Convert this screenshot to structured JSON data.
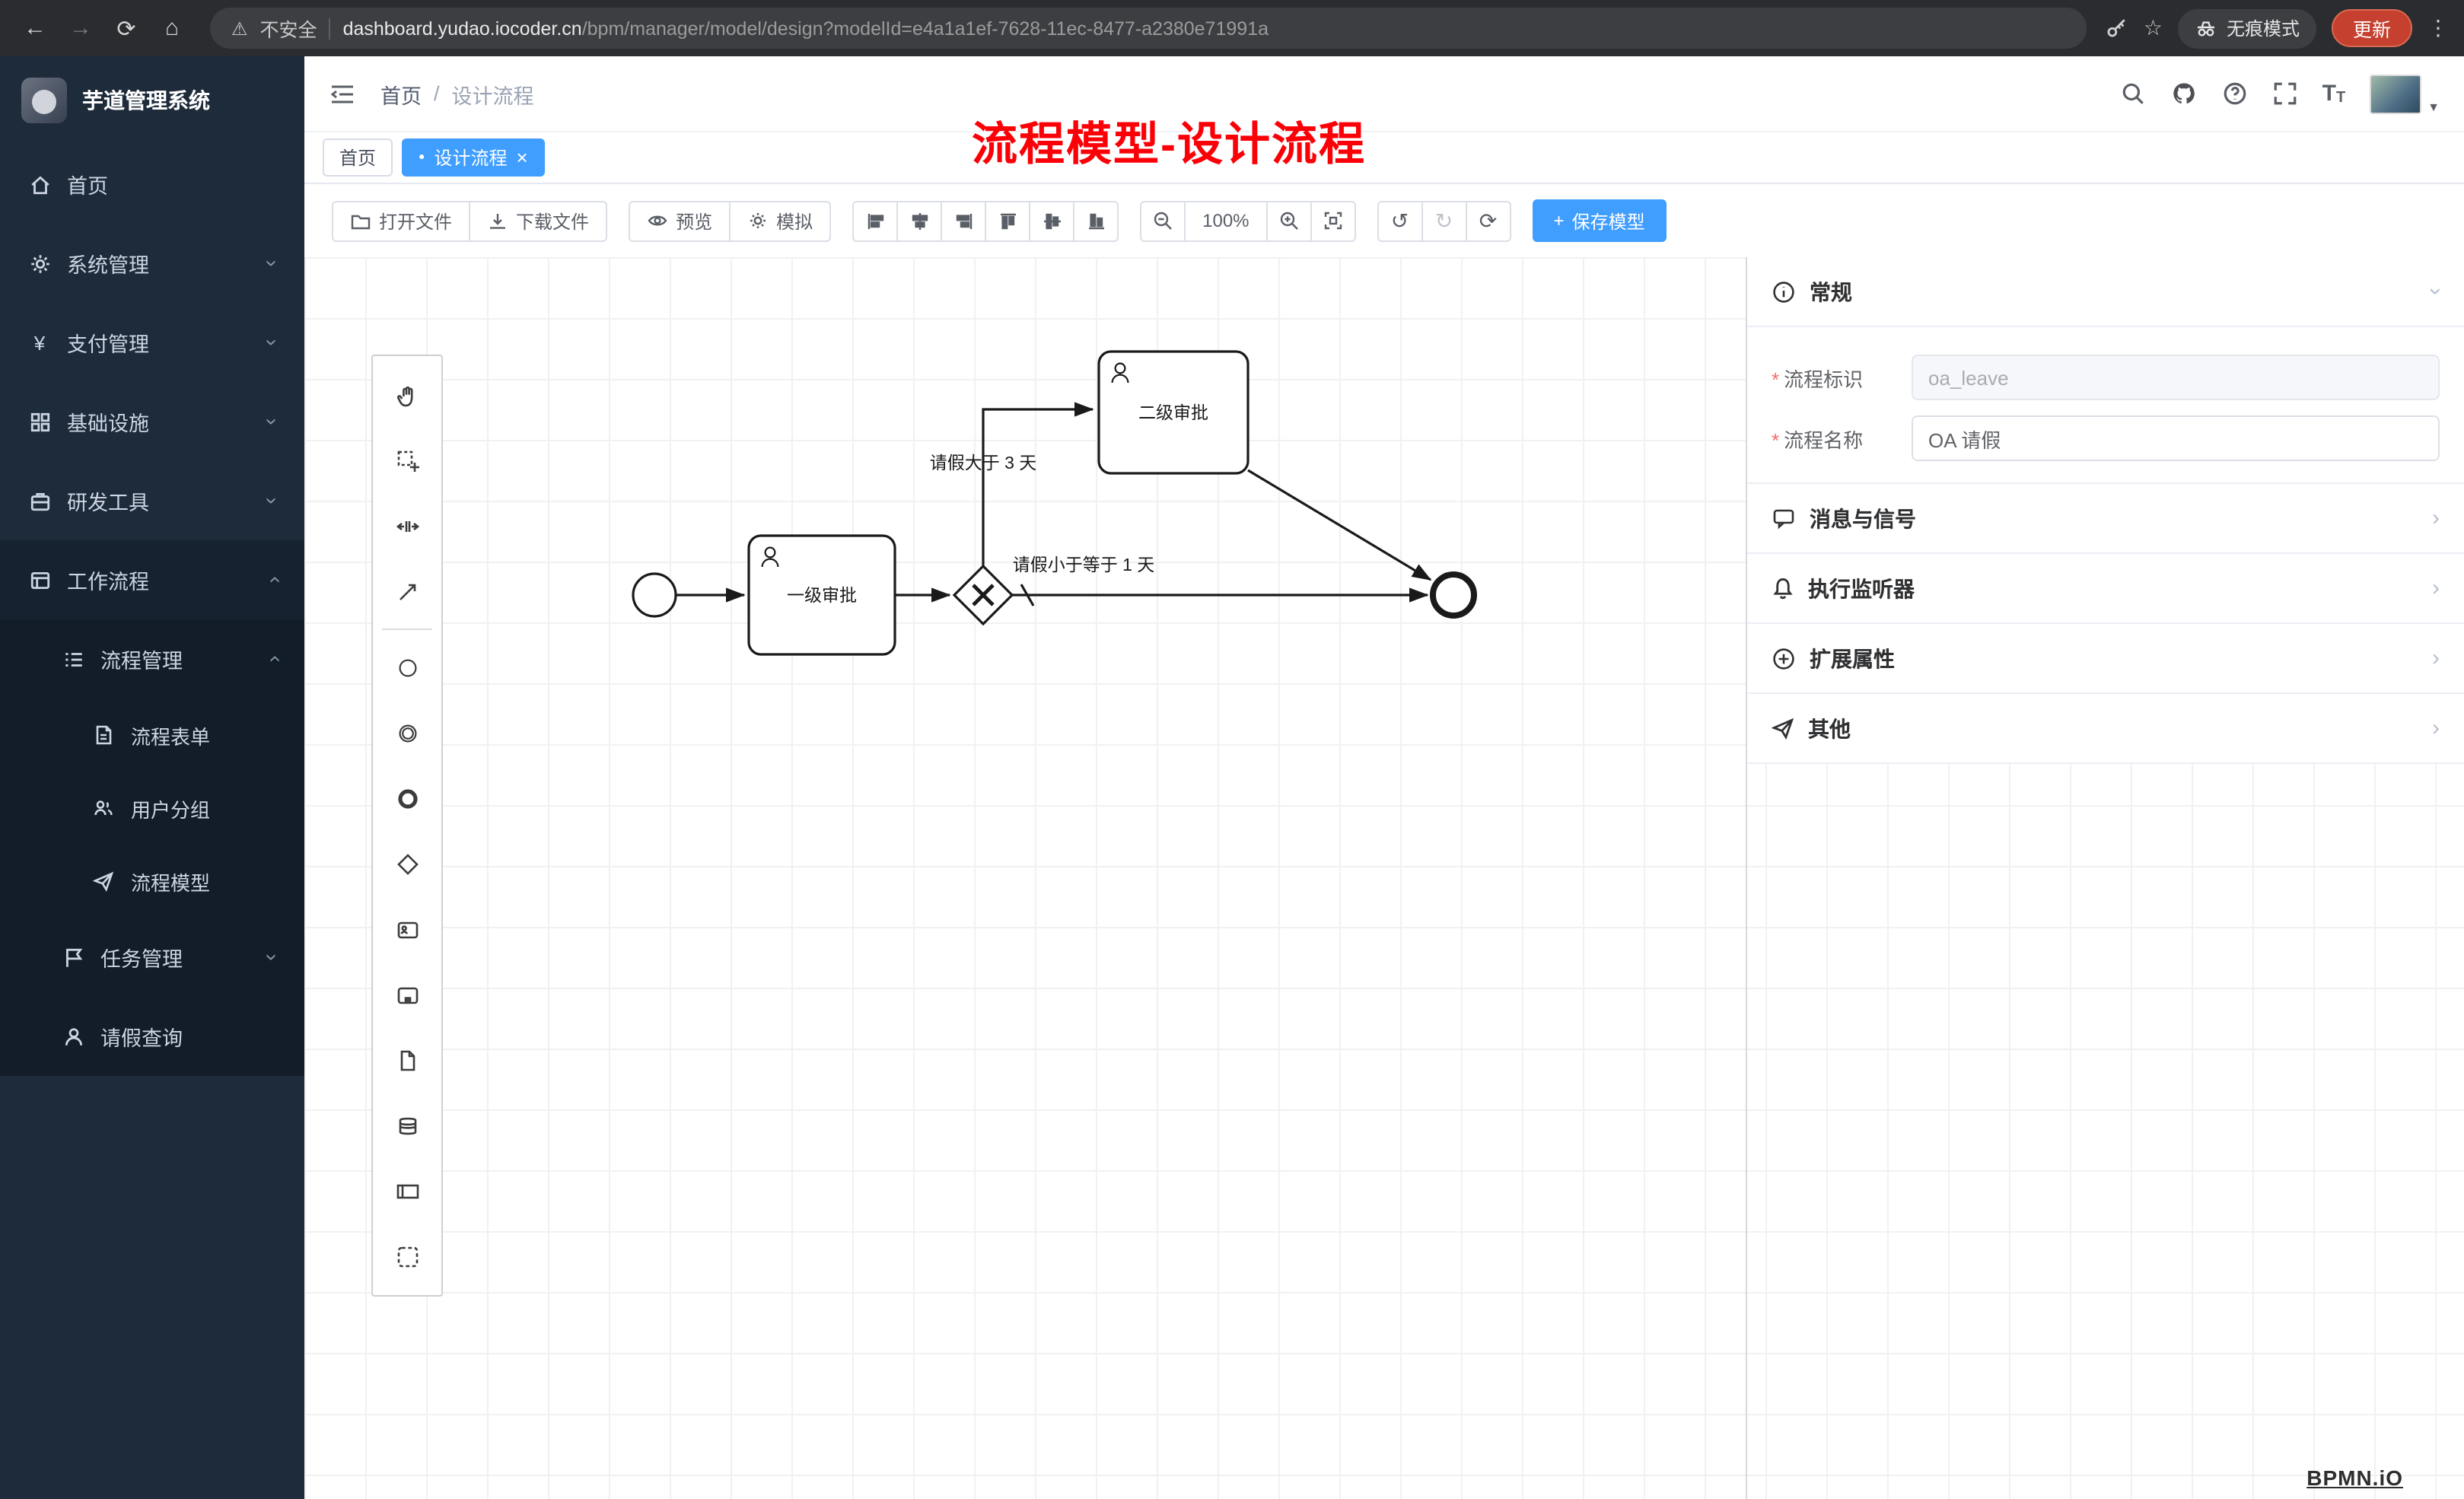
{
  "icons": {
    "back": "←",
    "forward": "→",
    "reload": "⟳",
    "home": "⌂",
    "warning": "⚠",
    "dots": "⋮",
    "star": "☆",
    "caret_down": "▼",
    "close": "×",
    "tab_dot": "●",
    "slash": "/",
    "plus": "+",
    "chevron": "›",
    "undo": "↺",
    "redo": "↻",
    "refresh": "⟳"
  },
  "browser": {
    "security_label": "不安全",
    "url_domain": "dashboard.yudao.iocoder.cn",
    "url_path": "/bpm/manager/model/design?modelId=e4a1a1ef-7628-11ec-8477-a2380e71991a",
    "incognito_label": "无痕模式",
    "update_label": "更新"
  },
  "sidebar": {
    "app_title": "芋道管理系统",
    "menu": {
      "home": "首页",
      "system": "系统管理",
      "pay": "支付管理",
      "infra": "基础设施",
      "dev": "研发工具",
      "workflow": "工作流程",
      "process_mgmt": "流程管理",
      "process_form": "流程表单",
      "user_group": "用户分组",
      "process_model": "流程模型",
      "task_mgmt": "任务管理",
      "leave_query": "请假查询"
    }
  },
  "header": {
    "breadcrumb_root": "首页",
    "breadcrumb_current": "设计流程"
  },
  "tags": {
    "home": "首页",
    "active": "设计流程"
  },
  "annotation": "流程模型-设计流程",
  "toolbar": {
    "open": "打开文件",
    "download": "下载文件",
    "preview": "预览",
    "simulate": "模拟",
    "zoom": "100%",
    "save": "保存模型"
  },
  "diagram": {
    "task1": "一级审批",
    "task2": "二级审批",
    "flow_gt": "请假大于 3 天",
    "flow_le": "请假小于等于 1 天"
  },
  "panel": {
    "section_general": "常规",
    "section_message": "消息与信号",
    "section_listener": "执行监听器",
    "section_ext": "扩展属性",
    "section_other": "其他",
    "required_mark": "*",
    "field_key_label": "流程标识",
    "field_key_value": "oa_leave",
    "field_name_label": "流程名称",
    "field_name_value": "OA 请假"
  },
  "watermark": "BPMN.iO",
  "colors": {
    "accent": "#409eff",
    "danger": "#f56c6c",
    "annotation_red": "#fb0007",
    "update_red": "#c5402e"
  }
}
